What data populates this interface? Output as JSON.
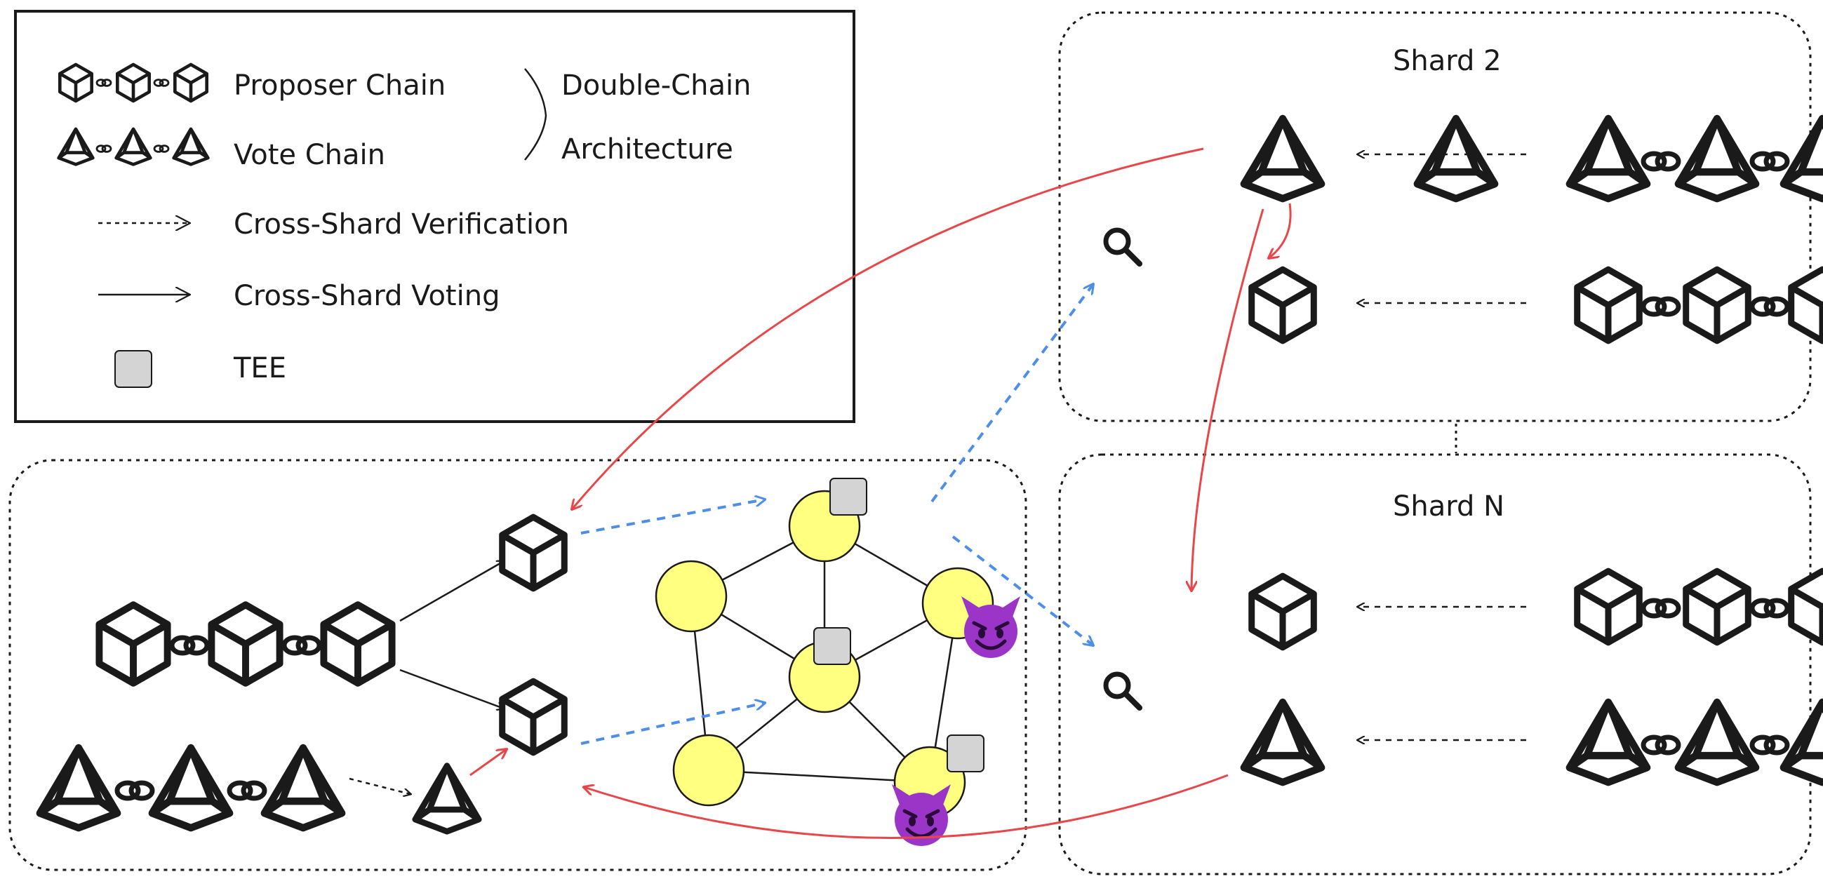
{
  "legend": {
    "proposer_chain": "Proposer Chain",
    "vote_chain": "Vote Chain",
    "double_chain_line1": "Double-Chain",
    "double_chain_line2": "Architecture",
    "cross_shard_verification": "Cross-Shard Verification",
    "cross_shard_voting": "Cross-Shard Voting",
    "tee": "TEE"
  },
  "shards": {
    "top_right": "Shard 2",
    "bottom_right": "Shard N"
  },
  "icons": {
    "proposer_block": "cube-icon",
    "vote_block": "pyramid-icon",
    "chain_link": "chain-link-icon",
    "verifier": "magnifier-icon",
    "malicious_node": "devil-face-icon",
    "tee": "tee-square-icon"
  },
  "colors": {
    "red_arrow": "#e8474a",
    "blue_arrow": "#4d8ee8",
    "node_fill": "#ffff80",
    "tee_fill": "#d4d4d4",
    "devil": "#9a35c8",
    "ink": "#1a1a1a"
  }
}
